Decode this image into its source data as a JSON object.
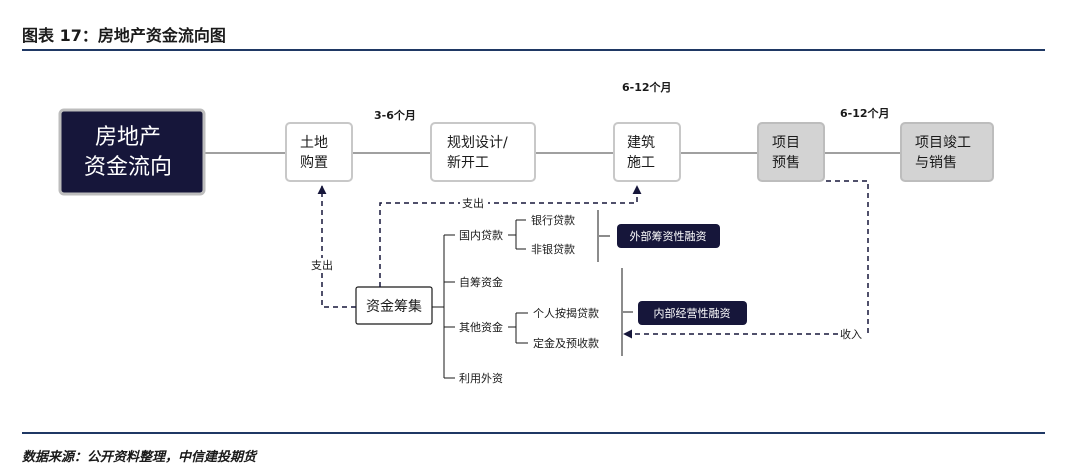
{
  "figure": {
    "title": "图表 17：房地产资金流向图",
    "source": "数据来源：公开资料整理，中信建投期货"
  },
  "main_node": {
    "line1": "房地产",
    "line2": "资金流向"
  },
  "stages": [
    {
      "line1": "土地",
      "line2": "购置"
    },
    {
      "line1": "规划设计/",
      "line2": "新开工"
    },
    {
      "line1": "建筑",
      "line2": "施工"
    },
    {
      "line1": "项目",
      "line2": "预售"
    },
    {
      "line1": "项目竣工",
      "line2": "与销售"
    }
  ],
  "durations": {
    "planning": "3-6个月",
    "construction": "6-12个月",
    "presale": "6-12个月"
  },
  "funding": {
    "label": "资金筹集",
    "categories": [
      "国内贷款",
      "自筹资金",
      "其他资金",
      "利用外资"
    ],
    "domestic_loans": [
      "银行贷款",
      "非银贷款"
    ],
    "other_funds": [
      "个人按揭贷款",
      "定金及预收款"
    ],
    "external_financing": "外部筹资性融资",
    "internal_financing": "内部经营性融资"
  },
  "flows": {
    "expense_top": "支出",
    "expense_left": "支出",
    "income": "收入"
  }
}
